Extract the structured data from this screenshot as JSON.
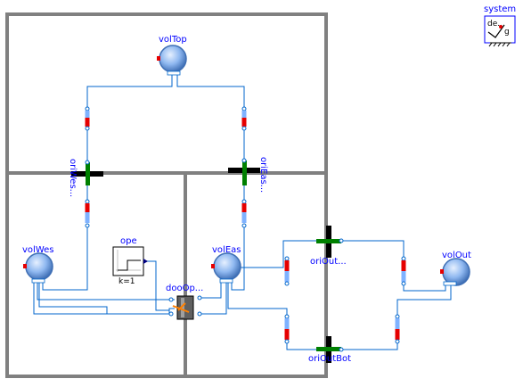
{
  "components": {
    "system": {
      "label": "system",
      "inner": "de...",
      "g_symbol": "g"
    },
    "volTop": {
      "label": "volTop"
    },
    "volWes": {
      "label": "volWes"
    },
    "volEas": {
      "label": "volEas"
    },
    "volOut": {
      "label": "volOut"
    },
    "oriWes": {
      "label": "oriWes..."
    },
    "oriEas": {
      "label": "oriEas..."
    },
    "oriOutTop": {
      "label": "oriOut..."
    },
    "oriOutBot": {
      "label": "oriOutBot"
    },
    "ope": {
      "label": "ope",
      "k_label": "k=1"
    },
    "dooOpe": {
      "label": "dooOp..."
    }
  },
  "colors": {
    "wire": "#0066cc",
    "wall": "#808080",
    "label": "#0000ff",
    "port_red": "#e60000",
    "duct_blue": "#7fb2ff",
    "valve_green": "#008000"
  }
}
